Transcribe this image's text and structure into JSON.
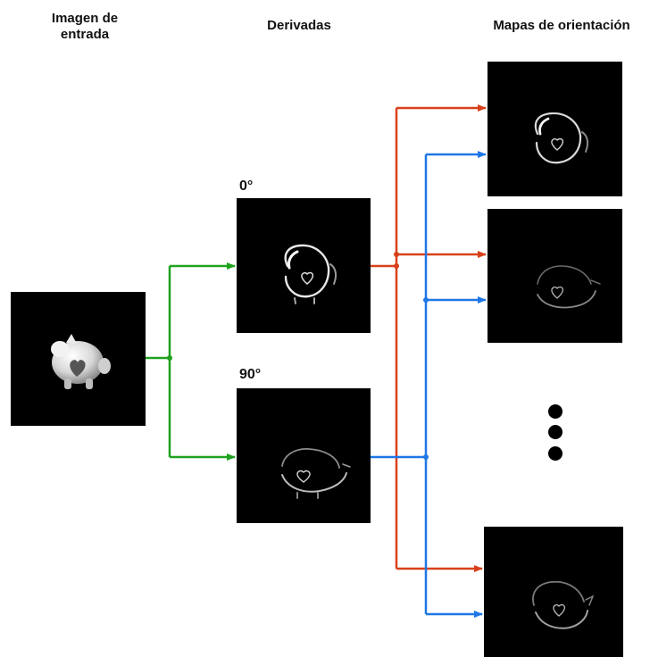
{
  "headings": {
    "input": "Imagen de\nentrada",
    "derivatives": "Derivadas",
    "orientation_maps": "Mapas de orientación"
  },
  "derivative_labels": {
    "d0": "0°",
    "d90": "90°"
  },
  "colors": {
    "green_arrows": "#1fa21f",
    "red_arrows": "#d8401a",
    "blue_arrows": "#1f77e6",
    "image_background": "#000000"
  },
  "icons": {
    "ellipsis": "vertical-dots"
  }
}
